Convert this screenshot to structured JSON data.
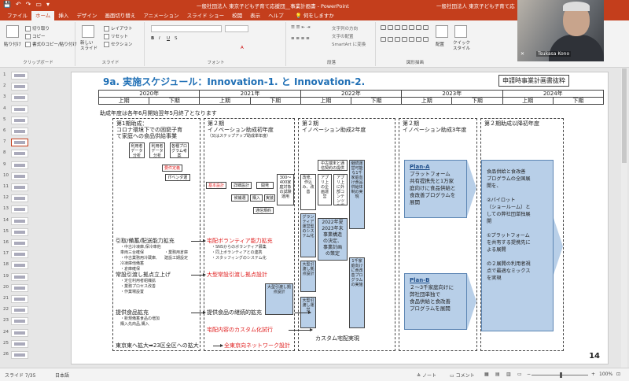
{
  "titlebar": {
    "doc_title": "一般社団法人 東京子ども子育て応援団__事業計画書  -  PowerPoint",
    "doc_title_dup": "一般社団法人 東京子ども子育て応"
  },
  "tabs": [
    {
      "label": "ファイル"
    },
    {
      "label": "ホーム"
    },
    {
      "label": "挿入"
    },
    {
      "label": "デザイン"
    },
    {
      "label": "画面切り替え"
    },
    {
      "label": "アニメーション"
    },
    {
      "label": "スライド ショー"
    },
    {
      "label": "校閲"
    },
    {
      "label": "表示"
    },
    {
      "label": "ヘルプ"
    }
  ],
  "tellme": "何をしますか",
  "ribbon": {
    "paste": "貼り付け",
    "cut": "切り取り",
    "copy": "コピー",
    "format_painter": "書式のコピー/貼り付け",
    "clipboard_group": "クリップボード",
    "new_slide": "新しい\nスライド",
    "layout": "レイアウト",
    "reset": "リセット",
    "section": "セクション",
    "slides_group": "スライド",
    "font_group": "フォント",
    "paragraph_group": "段落",
    "text_direction": "文字列の方向",
    "align_text": "文字の配置",
    "smartart": "SmartArt に変換",
    "drawing_group": "図形描画",
    "arrange": "配置",
    "quick_styles": "クイック\nスタイル"
  },
  "webcam": {
    "name": "Tsukasa Kono"
  },
  "thumbs": [
    {
      "n": "1"
    },
    {
      "n": "2"
    },
    {
      "n": "3"
    },
    {
      "n": "4"
    },
    {
      "n": "5"
    },
    {
      "n": "6"
    },
    {
      "n": "7"
    },
    {
      "n": "8"
    },
    {
      "n": "9"
    },
    {
      "n": "10"
    },
    {
      "n": "11"
    },
    {
      "n": "12"
    },
    {
      "n": "13"
    },
    {
      "n": "14"
    },
    {
      "n": "15"
    },
    {
      "n": "16"
    },
    {
      "n": "17"
    },
    {
      "n": "18"
    },
    {
      "n": "19"
    },
    {
      "n": "20"
    },
    {
      "n": "21"
    },
    {
      "n": "22"
    },
    {
      "n": "23"
    },
    {
      "n": "24"
    },
    {
      "n": "25"
    },
    {
      "n": "26"
    }
  ],
  "slide": {
    "title": "9a. 実施スケジュール：Innovation-1. と Innovation-2.",
    "tag": "申請時事業計画書抜粋",
    "years": [
      "2020年",
      "2021年",
      "2022年",
      "2023年",
      "2024年"
    ],
    "half_first": "上期",
    "half_second": "下期",
    "fiscal_note": "助成年度は各年6月開始翌年5月終了となります",
    "phase1": {
      "title": "第1期助成：",
      "line2": "コロナ環境下での困窮子育",
      "line3": "て家庭への食品供給事業"
    },
    "phase2_1": {
      "title": "第２期",
      "line2": "イノベーション助成初年度",
      "line3": "（又はステップアップ助成単年度）"
    },
    "phase2_2": {
      "title": "第２期",
      "line2": "イノベーション助成2年度"
    },
    "phase2_3": {
      "title": "第２期",
      "line2": "イノベーション助成3年度"
    },
    "phase_after": {
      "title": "第２期助成以降初年度"
    },
    "sections": {
      "pickup": "引取/備蓄/配送能力拡充",
      "distribution": "常設引渡し拠点立上げ",
      "food": "提供食品拡充",
      "tokyo": "東京東へ拡大➡23区全区への拡大",
      "volunteer": "宅配ボランティア能力拡充",
      "large": "大型常設引渡し拠点設計",
      "continuity": "提供食品の継続的拡充",
      "custom": "宅配内容のカスタム化試行",
      "network": "全東京向ネットワーク設計",
      "custom_impl": "カスタム宅配実現"
    },
    "small_boxes": {
      "user_data": "利用者データ分析",
      "service_data": "利用者データ分析",
      "program": "各種プログラム考案",
      "vol_def": "要件定義",
      "it_vendor": "ITベンダ選定",
      "basic_design": "基本設計",
      "detail_design": "詳細設計",
      "dev": "開発",
      "households": "300～400家庭対象の試験運用",
      "recruit": "候補選",
      "purchase": "購入",
      "install": "実装",
      "ops": "通信規約",
      "impl_test": "改修、作込み、改善",
      "new_op": "新機能の運用開始",
      "kpi": "グランティア運営型のシステム化",
      "large2": "大型引渡し拠点設計"
    },
    "bullets": {
      "b1": "・中古冷凍庫,保冷車他",
      "b2": "車両三台確保",
      "b3": "・中古業務用冷蔵庫,",
      "b4": "冷凍庫他備蓄",
      "b5": "・倉庫確保",
      "b6": "・業務用倉庫",
      "b7": "建設工期設定",
      "c1": "・定位利用者組織拡",
      "c2": "・業務プロセス改善",
      "c3": "・作業場設置",
      "d1": "・新規備蓄食品の増加",
      "d2": "購入先商品,購入",
      "v1": "・SNSからのボランティア募集",
      "v2": "・同上ボランティアとの連携",
      "v3": "・スタッフィングのシステム化"
    },
    "center": {
      "year2022": "2022年夏\n2023年末\n事業構造\nの決定、\n事業計画\nの策定",
      "mid": "中古端末と通信契約の提供",
      "apps": "アプリ上の企画運営",
      "apps2": "アプリ上に外部コンテンツを掲載",
      "cont": "継続運営可能な1千家庭向け食品供給体制の実現",
      "small1": "大型引渡し拠点設計",
      "small2": "大型引渡し運営",
      "thousand": "1千家庭向けに食改善プログラムの実施"
    },
    "planA": {
      "title": "Plan-A",
      "body": "プラットフォーム\n共有提携先と1万家\n庭向けに食品供給と\n食改善プログラムを\n展開"
    },
    "planB": {
      "title": "Plan-B",
      "body": "２～3千家庭向けに\n弊社団単独で\n食品供給と食改善\nプログラムを展開"
    },
    "final": {
      "body": "食品供給と食改善\nプログラムの全国展\n開を、\n\n②パイロット\n（ショールーム）と\nしての弊社団単独展\n開\n\n①プラットフォーム\nを共有する提携先に\nよる展開\n\nの２展開の利用者視\n点で最適なミックス\nを実現"
    },
    "page": "14"
  },
  "status": {
    "slide_info": "スライド 7/35",
    "language": "日本語",
    "notes": "ノート",
    "comments": "コメント",
    "zoom": "100%"
  }
}
